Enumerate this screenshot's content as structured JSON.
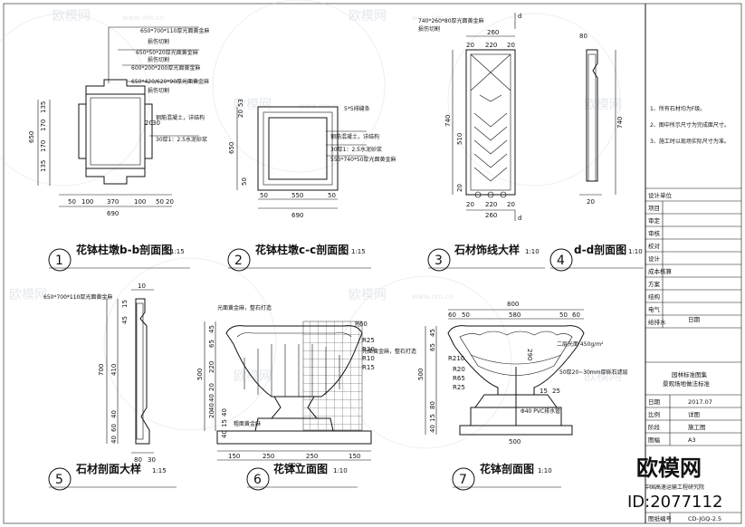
{
  "watermarks": {
    "brand": "欧模网",
    "site": "www.om.cn",
    "logo_text": "欧模网",
    "id_text": "ID:2077112"
  },
  "drawings": [
    {
      "num": "1",
      "title": "花钵柱墩b-b剖面图",
      "scale": "1:15"
    },
    {
      "num": "2",
      "title": "花钵柱墩c-c剖面图",
      "scale": "1:15"
    },
    {
      "num": "3",
      "title": "石材饰线大样",
      "scale": "1:10"
    },
    {
      "num": "4",
      "title": "d-d剖面图",
      "scale": "1:10"
    },
    {
      "num": "5",
      "title": "石材剖面大样",
      "scale": "1:15"
    },
    {
      "num": "6",
      "title": "花钵立面图",
      "scale": "1:10"
    },
    {
      "num": "7",
      "title": "花钵剖面图",
      "scale": "1:10"
    }
  ],
  "d1": {
    "notes": [
      "650*700*110厚光面黄金麻",
      "损伤切割",
      "650*50*20厚光面黄金麻",
      "损伤切割",
      "600*200*200厚光面黄金麻",
      "650*420/620*90厚光面黄金麻",
      "损伤切割",
      "钢筋混凝土，详结构",
      "30厚1：2.5水泥砂浆"
    ],
    "dims_left": [
      "135",
      "170",
      "170",
      "135",
      "650"
    ],
    "dims_bottom": [
      "50",
      "100",
      "370",
      "100",
      "50",
      "20",
      "690"
    ],
    "dims_right": [
      "20",
      "30"
    ]
  },
  "d2": {
    "notes": [
      "5*5排缝条",
      "钢筋混凝土，详结构",
      "30厚1：2.5水泥砂浆",
      "550*740*50厚光面黄金麻"
    ],
    "dims_left": [
      "50",
      "650"
    ],
    "dims_top": [
      "53",
      "20"
    ],
    "dims_bottom": [
      "50",
      "550",
      "50",
      "690"
    ]
  },
  "d3": {
    "notes": [
      "740*260*80厚光面黄金麻",
      "损伤切割"
    ],
    "dims_top": [
      "260",
      "20",
      "220",
      "20"
    ],
    "dims_left": [
      "740",
      "510",
      "20"
    ],
    "dims_bottom": [
      "20",
      "220",
      "20",
      "260"
    ],
    "section": "d"
  },
  "d4": {
    "dims": [
      "80",
      "740",
      "20"
    ]
  },
  "d5": {
    "notes": [
      "650*700*110厚光面黄金麻"
    ],
    "dims_top": [
      "10",
      "15",
      "45"
    ],
    "dims_left": [
      "700",
      "410",
      "40",
      "60",
      "40"
    ],
    "dims_bottom": [
      "80",
      "30"
    ]
  },
  "d6": {
    "notes": [
      "光面黄金麻，整石打造",
      "光面黄金麻，整石打造",
      "粗面黄金麻"
    ],
    "dims_left": [
      "45",
      "65",
      "220",
      "20",
      "40",
      "40",
      "20",
      "500",
      "40",
      "15",
      "40"
    ],
    "dims_right": [
      "R60",
      "R25",
      "R20",
      "R10",
      "R15"
    ],
    "dims_bottom": [
      "150",
      "250",
      "250",
      "150",
      "800"
    ]
  },
  "d7": {
    "notes": [
      "二层光面 450g/m²",
      "50厚20~30mm厚砾石滤层",
      "Φ40 PVC排水管"
    ],
    "dims_top": [
      "800",
      "60",
      "50",
      "580",
      "50",
      "60"
    ],
    "dims_left": [
      "45",
      "65",
      "500",
      "80",
      "15",
      "40"
    ],
    "dims_mid": [
      "290",
      "R210",
      "R20",
      "R65",
      "R25",
      "15",
      "25",
      "500"
    ]
  },
  "title_block": {
    "notes": [
      "1、所有石材均为F级。",
      "2、图中所示尺寸为完成面尺寸。",
      "3、施工时以现场实际尺寸为准。"
    ],
    "rows": [
      "设计单位",
      "项目",
      "审定",
      "审核",
      "校对",
      "设计",
      "成本核算",
      "方案",
      "结构",
      "电气",
      "给排水"
    ],
    "stamp": "日期",
    "drawing_name": [
      "园林标准图集",
      "景观场地做法标准"
    ],
    "info_rows": [
      {
        "k": "日期",
        "v": "2017.07"
      },
      {
        "k": "比例",
        "v": "详图"
      },
      {
        "k": "阶段",
        "v": "施工图"
      },
      {
        "k": "图幅",
        "v": "A3"
      }
    ],
    "drawing_no_label": "图纸编号",
    "drawing_no": "CD-JGQ-2.5",
    "sub": "中国高速运输工程研究院"
  }
}
